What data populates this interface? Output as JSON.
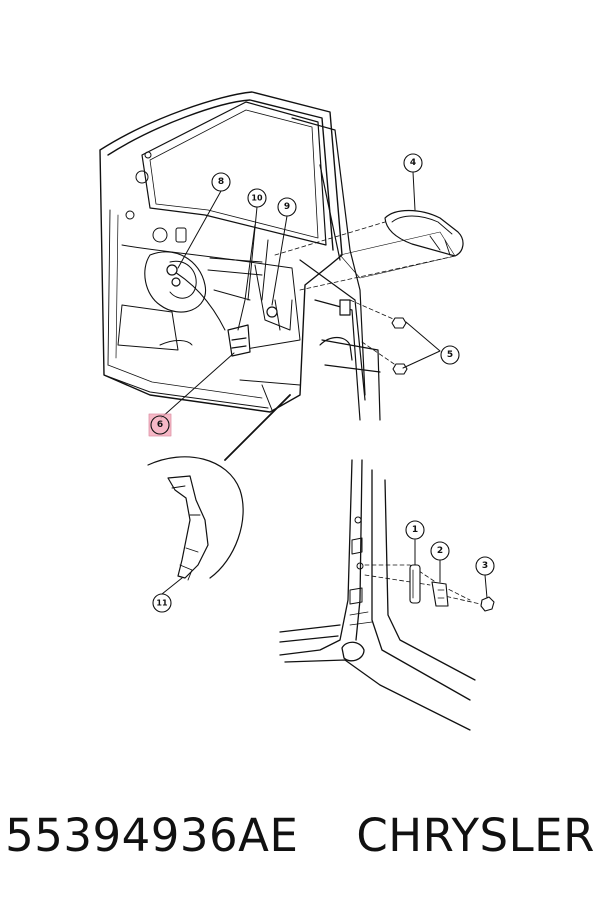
{
  "diagram": {
    "callouts": [
      {
        "id": "1",
        "label": "1",
        "highlighted": false
      },
      {
        "id": "2",
        "label": "2",
        "highlighted": false
      },
      {
        "id": "3",
        "label": "3",
        "highlighted": false
      },
      {
        "id": "4",
        "label": "4",
        "highlighted": false
      },
      {
        "id": "5",
        "label": "5",
        "highlighted": false
      },
      {
        "id": "6",
        "label": "6",
        "highlighted": true
      },
      {
        "id": "8",
        "label": "8",
        "highlighted": false
      },
      {
        "id": "9",
        "label": "9",
        "highlighted": false
      },
      {
        "id": "10",
        "label": "10",
        "highlighted": false
      },
      {
        "id": "11",
        "label": "11",
        "highlighted": false
      }
    ],
    "highlight_color": "#f4a7b9"
  },
  "caption": {
    "part_number": "55394936AE",
    "brand": "CHRYSLER"
  }
}
